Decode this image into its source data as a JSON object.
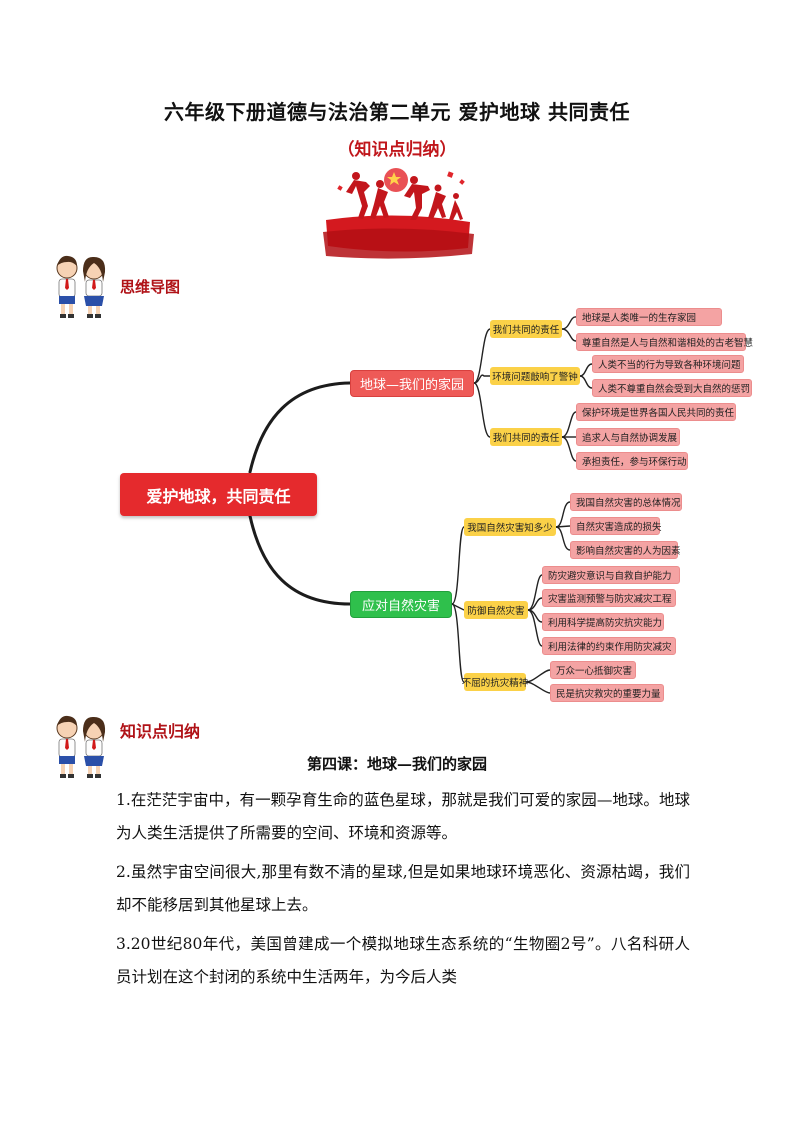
{
  "header": {
    "title": "六年级下册道德与法治第二单元 爱护地球 共同责任",
    "subtitle": "（知识点归纳）"
  },
  "sections": {
    "mindmap_label": "思维导图",
    "knowledge_label": "知识点归纳"
  },
  "mindmap": {
    "root": "爱护地球，共同责任",
    "branches": [
      {
        "label": "地球—我们的家园",
        "children": [
          {
            "label": "我们共同的责任",
            "items": [
              "地球是人类唯一的生存家园",
              "尊重自然是人与自然和谐相处的古老智慧"
            ]
          },
          {
            "label": "环境问题敲响了警钟",
            "items": [
              "人类不当的行为导致各种环境问题",
              "人类不尊重自然会受到大自然的惩罚"
            ]
          },
          {
            "label": "我们共同的责任",
            "items": [
              "保护环境是世界各国人民共同的责任",
              "追求人与自然协调发展",
              "承担责任，参与环保行动"
            ]
          }
        ]
      },
      {
        "label": "应对自然灾害",
        "children": [
          {
            "label": "我国自然灾害知多少",
            "items": [
              "我国自然灾害的总体情况",
              "自然灾害造成的损失",
              "影响自然灾害的人为因素"
            ]
          },
          {
            "label": "防御自然灾害",
            "items": [
              "防灾避灾意识与自救自护能力",
              "灾害监测预警与防灾减灾工程",
              "利用科学提高防灾抗灾能力",
              "利用法律的约束作用防灾减灾"
            ]
          },
          {
            "label": "不屈的抗灾精神",
            "items": [
              "万众一心抵御灾害",
              "民是抗灾救灾的重要力量"
            ]
          }
        ]
      }
    ]
  },
  "lesson": {
    "heading": "第四课：地球—我们的家园",
    "paragraphs": [
      "1.在茫茫宇宙中，有一颗孕育生命的蓝色星球，那就是我们可爱的家园—地球。地球为人类生活提供了所需要的空间、环境和资源等。",
      "2.虽然宇宙空间很大,那里有数不清的星球,但是如果地球环境恶化、资源枯竭，我们却不能移居到其他星球上去。",
      "3.20世纪80年代，美国曾建成一个模拟地球生态系统的“生物圈2号”。八名科研人员计划在这个封闭的系统中生活两年，为今后人类"
    ]
  },
  "colors": {
    "root": "#e52a2d",
    "branch_red": "#ee5a57",
    "branch_green": "#2fc04c",
    "sub": "#fbd148",
    "leaf": "#f4a3a3",
    "accent_text": "#c0161b"
  }
}
